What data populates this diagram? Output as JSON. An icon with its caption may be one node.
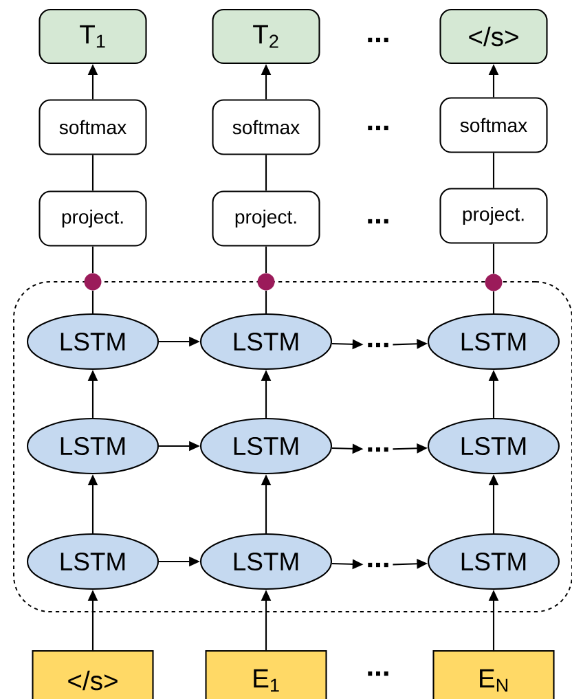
{
  "diagram": {
    "nodes": [
      {
        "text": [
          "T$_{1}$"
        ]
      },
      {
        "text": [
          "T$_{2}$"
        ]
      },
      {
        "text": [
          "</s>"
        ]
      },
      {
        "text": [
          "softmax"
        ]
      },
      {
        "text": [
          "softmax"
        ]
      },
      {
        "text": [
          "softmax"
        ]
      },
      {
        "text": [
          "project."
        ]
      },
      {
        "text": [
          "project."
        ]
      },
      {
        "text": [
          "project."
        ]
      },
      {
        "text": [],
        "shape": "circle"
      },
      {
        "text": [],
        "shape": "circle"
      },
      {
        "text": [],
        "shape": "circle"
      },
      {
        "text": [],
        "shape": "box"
      },
      {
        "text": [
          "LSTM"
        ],
        "in": 12
      },
      {
        "text": [
          "LSTM"
        ],
        "in": 12
      },
      {
        "text": [
          "..."
        ],
        "in": 12
      },
      {
        "text": [
          "LSTM"
        ],
        "in": 12
      },
      {
        "text": [
          "LSTM"
        ],
        "in": 12
      },
      {
        "text": [
          "LSTM"
        ],
        "in": 12
      },
      {
        "text": [
          "..."
        ],
        "in": 12
      },
      {
        "text": [
          "LSTM"
        ],
        "in": 12
      },
      {
        "text": [
          "LSTM"
        ],
        "in": 12
      },
      {
        "text": [
          "LSTM"
        ],
        "in": 12
      },
      {
        "text": [
          "..."
        ],
        "in": 12
      },
      {
        "text": [
          "LSTM"
        ],
        "in": 12
      },
      {
        "text": [
          "</s>"
        ]
      },
      {
        "text": [
          "E$_{1}$"
        ]
      },
      {
        "text": [
          "E$_{N}$"
        ]
      }
    ],
    "edges": [
      {
        "from": 3,
        "to": 0,
        "arrow": "to"
      },
      {
        "from": 4,
        "to": 1,
        "arrow": "to"
      },
      {
        "from": 5,
        "to": 2,
        "arrow": "to"
      },
      {
        "from": 6,
        "to": 3,
        "arrow": "none"
      },
      {
        "from": 7,
        "to": 4,
        "arrow": "none"
      },
      {
        "from": 8,
        "to": 5,
        "arrow": "none"
      },
      {
        "from": 9,
        "to": 6,
        "arrow": "none"
      },
      {
        "from": 10,
        "to": 7,
        "arrow": "none"
      },
      {
        "from": 11,
        "to": 8,
        "arrow": "none"
      },
      {
        "from": 13,
        "to": 9,
        "arrow": "none"
      },
      {
        "from": 14,
        "to": 10,
        "arrow": "none"
      },
      {
        "from": 16,
        "to": 11,
        "arrow": "none"
      },
      {
        "from": 13,
        "to": 14,
        "arrow": "to"
      },
      {
        "from": 14,
        "to": 15,
        "arrow": "to"
      },
      {
        "from": 15,
        "to": 16,
        "arrow": "to"
      },
      {
        "from": 17,
        "to": 18,
        "arrow": "to"
      },
      {
        "from": 18,
        "to": 19,
        "arrow": "to"
      },
      {
        "from": 19,
        "to": 20,
        "arrow": "to"
      },
      {
        "from": 21,
        "to": 22,
        "arrow": "to"
      },
      {
        "from": 22,
        "to": 23,
        "arrow": "to"
      },
      {
        "from": 23,
        "to": 24,
        "arrow": "to"
      },
      {
        "from": 17,
        "to": 13,
        "arrow": "to"
      },
      {
        "from": 18,
        "to": 14,
        "arrow": "to"
      },
      {
        "from": 20,
        "to": 16,
        "arrow": "to"
      },
      {
        "from": 21,
        "to": 17,
        "arrow": "to"
      },
      {
        "from": 22,
        "to": 18,
        "arrow": "to"
      },
      {
        "from": 24,
        "to": 20,
        "arrow": "to"
      },
      {
        "from": 25,
        "to": 21,
        "arrow": "to"
      },
      {
        "from": 26,
        "to": 22,
        "arrow": "to"
      },
      {
        "from": 27,
        "to": 24,
        "arrow": "to"
      }
    ],
    "labels": [
      "...",
      "...",
      "...",
      "..."
    ]
  }
}
